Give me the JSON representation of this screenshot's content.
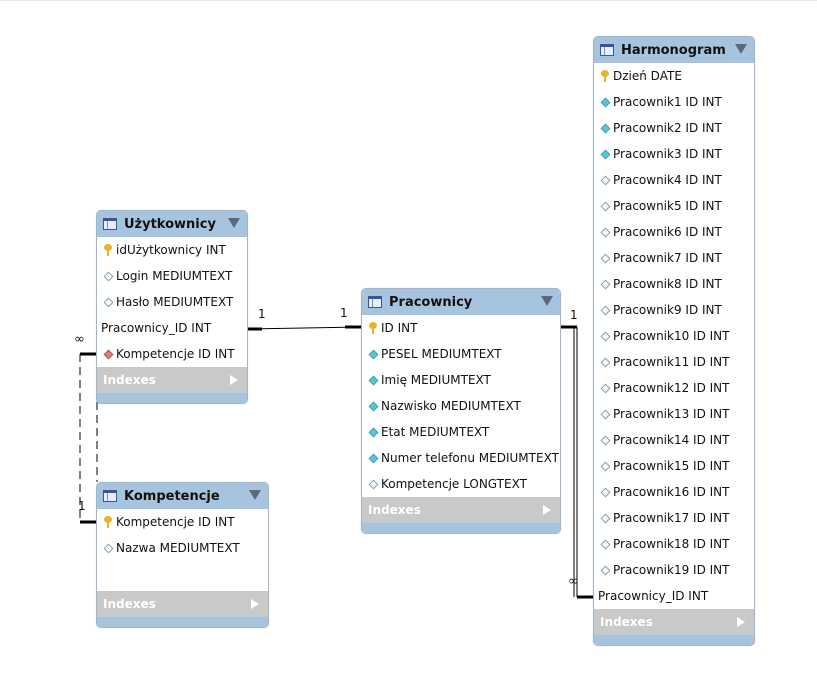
{
  "tables": {
    "uzytkownicy": {
      "title": "Użytkownicy",
      "columns": [
        {
          "text": "idUżytkownicy INT",
          "icon": "key"
        },
        {
          "text": "Login MEDIUMTEXT",
          "icon": "diamond-open"
        },
        {
          "text": "Hasło MEDIUMTEXT",
          "icon": "diamond-open"
        },
        {
          "text": "Pracownicy_ID INT",
          "icon": "none"
        },
        {
          "text": "Kompetencje ID INT",
          "icon": "diamond-red"
        }
      ],
      "indexes_label": "Indexes"
    },
    "kompetencje": {
      "title": "Kompetencje",
      "columns": [
        {
          "text": "Kompetencje ID INT",
          "icon": "key"
        },
        {
          "text": "Nazwa MEDIUMTEXT",
          "icon": "diamond-open"
        }
      ],
      "indexes_label": "Indexes"
    },
    "pracownicy": {
      "title": "Pracownicy",
      "columns": [
        {
          "text": "ID INT",
          "icon": "key"
        },
        {
          "text": "PESEL MEDIUMTEXT",
          "icon": "diamond-blue"
        },
        {
          "text": "Imię MEDIUMTEXT",
          "icon": "diamond-blue"
        },
        {
          "text": "Nazwisko MEDIUMTEXT",
          "icon": "diamond-blue"
        },
        {
          "text": "Etat MEDIUMTEXT",
          "icon": "diamond-blue"
        },
        {
          "text": "Numer telefonu MEDIUMTEXT",
          "icon": "diamond-blue"
        },
        {
          "text": "Kompetencje LONGTEXT",
          "icon": "diamond-open"
        }
      ],
      "indexes_label": "Indexes"
    },
    "harmonogram": {
      "title": "Harmonogram",
      "columns": [
        {
          "text": "Dzień DATE",
          "icon": "key"
        },
        {
          "text": "Pracownik1 ID INT",
          "icon": "diamond-blue"
        },
        {
          "text": "Pracownik2 ID INT",
          "icon": "diamond-blue"
        },
        {
          "text": "Pracownik3 ID INT",
          "icon": "diamond-blue"
        },
        {
          "text": "Pracownik4 ID INT",
          "icon": "diamond-open"
        },
        {
          "text": "Pracownik5 ID INT",
          "icon": "diamond-open"
        },
        {
          "text": "Pracownik6 ID INT",
          "icon": "diamond-open"
        },
        {
          "text": "Pracownik7 ID INT",
          "icon": "diamond-open"
        },
        {
          "text": "Pracownik8 ID INT",
          "icon": "diamond-open"
        },
        {
          "text": "Pracownik9 ID INT",
          "icon": "diamond-open"
        },
        {
          "text": "Pracownik10 ID INT",
          "icon": "diamond-open"
        },
        {
          "text": "Pracownik11 ID INT",
          "icon": "diamond-open"
        },
        {
          "text": "Pracownik12 ID INT",
          "icon": "diamond-open"
        },
        {
          "text": "Pracownik13 ID INT",
          "icon": "diamond-open"
        },
        {
          "text": "Pracownik14 ID INT",
          "icon": "diamond-open"
        },
        {
          "text": "Pracownik15 ID INT",
          "icon": "diamond-open"
        },
        {
          "text": "Pracownik16 ID INT",
          "icon": "diamond-open"
        },
        {
          "text": "Pracownik17 ID INT",
          "icon": "diamond-open"
        },
        {
          "text": "Pracownik18 ID INT",
          "icon": "diamond-open"
        },
        {
          "text": "Pracownik19 ID INT",
          "icon": "diamond-open"
        },
        {
          "text": "Pracownicy_ID INT",
          "icon": "none"
        }
      ],
      "indexes_label": "Indexes"
    }
  },
  "relations": {
    "uzytkownicy_pracownicy": {
      "left": "1",
      "right": "1"
    },
    "uzytkownicy_kompetencje": {
      "top": "∞",
      "bottom": "1"
    },
    "pracownicy_harmonogram": {
      "top": "1",
      "bottom": "∞"
    }
  }
}
